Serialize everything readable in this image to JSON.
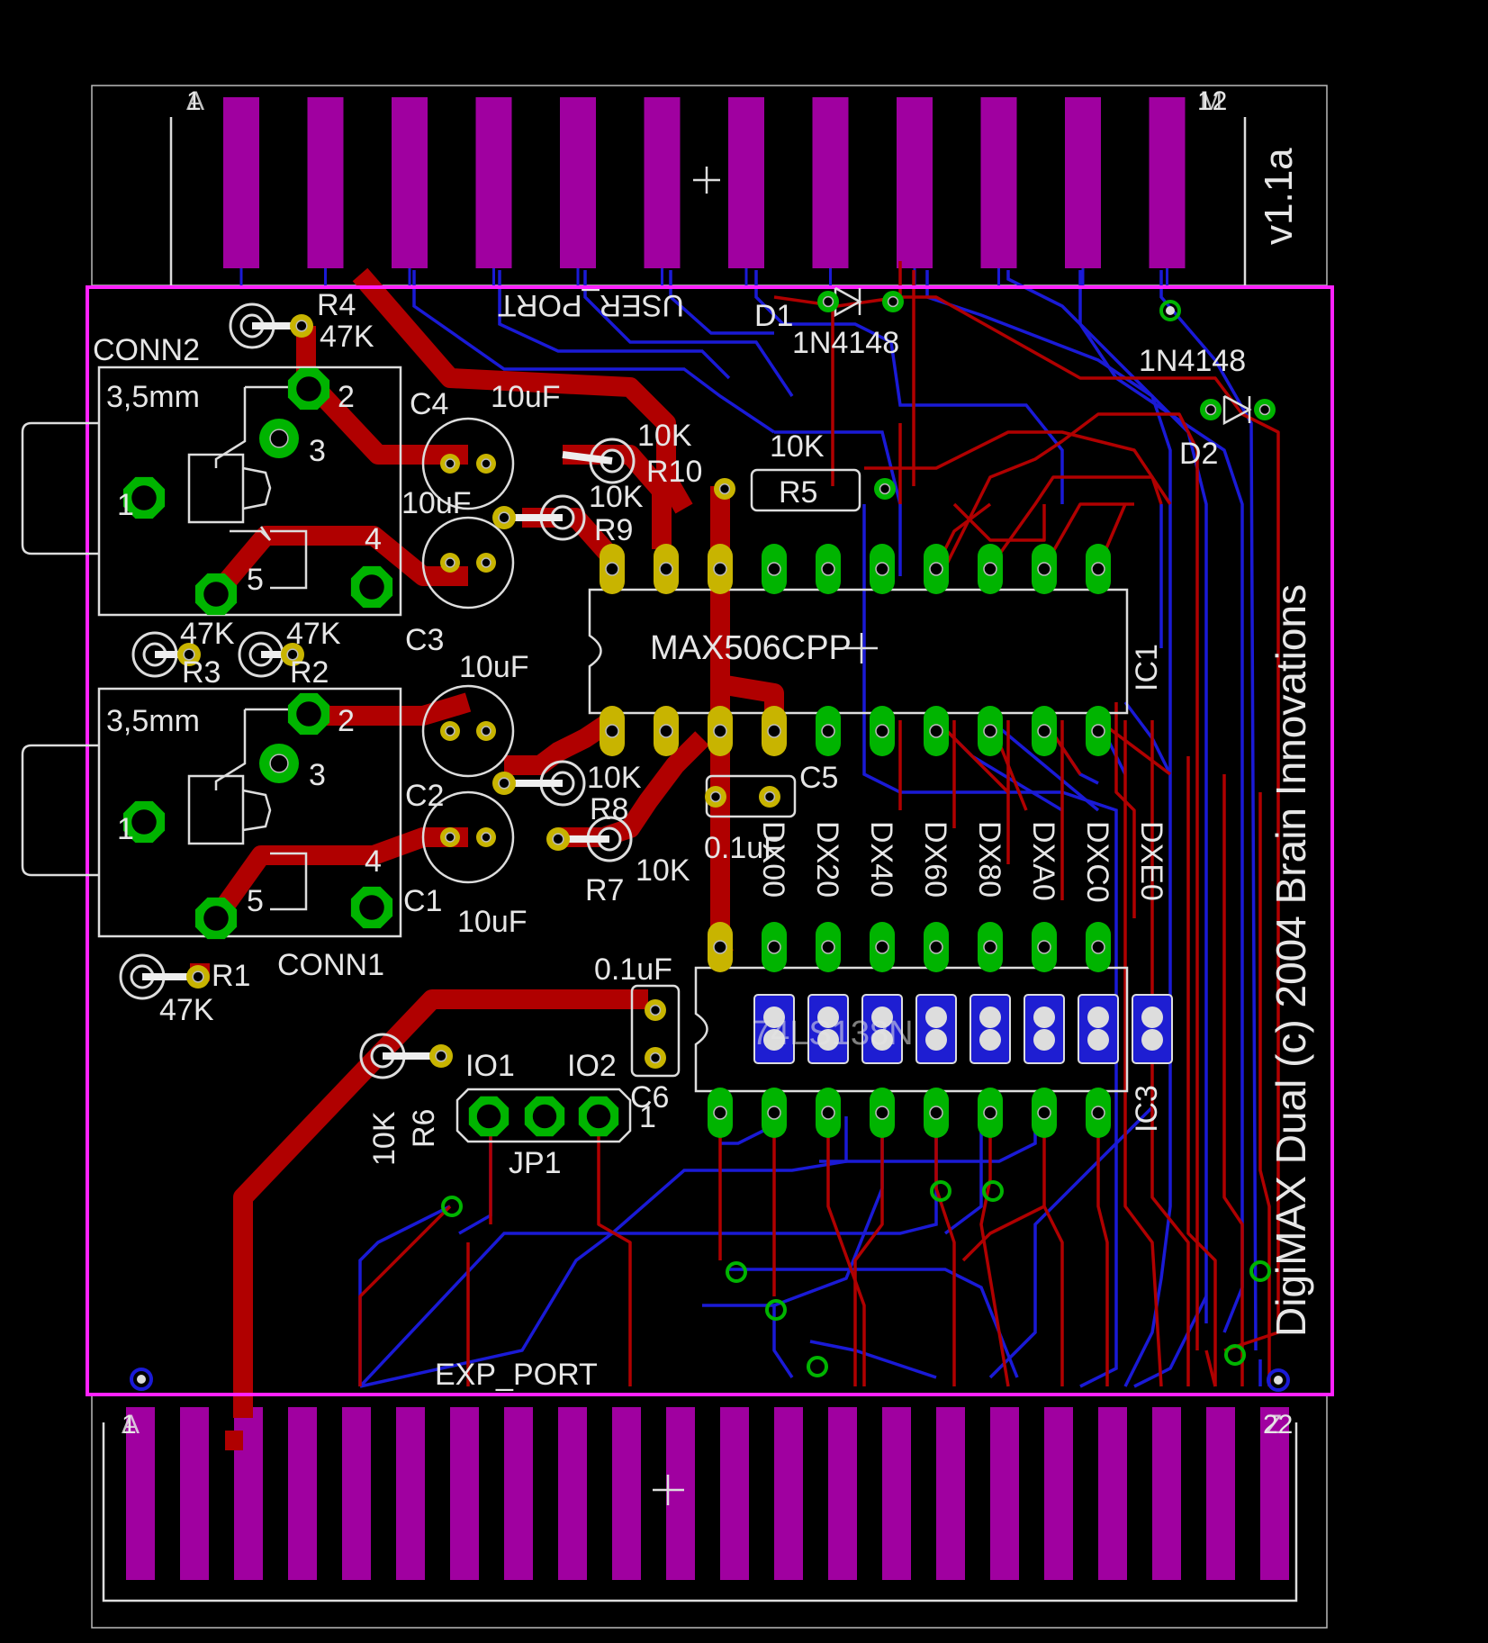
{
  "colors": {
    "background": "#000000",
    "top_trace": "#b00000",
    "bottom_trace": "#1a1ad6",
    "board_outline": "#ff22ff",
    "gold_finger": "#a000a0",
    "pad_green": "#00b400",
    "pad_yellow": "#c8b400",
    "silkscreen": "#e6e6e6",
    "smd_blue": "#1e1ed2"
  },
  "connectors": {
    "user_port": {
      "name": "USER_PORT",
      "pin_first": "1",
      "pin_last": "12",
      "pin_first_alt": "A",
      "pin_last_alt": "M"
    },
    "exp_port": {
      "name": "EXP_PORT",
      "pin_first": "1",
      "pin_last": "22",
      "pin_first_alt": "A",
      "pin_last_alt": "Z"
    }
  },
  "board_text": {
    "version": "v1.1a",
    "credit": "DigiMAX Dual (c) 2004 Brain Innovations"
  },
  "components": {
    "conn2": {
      "ref": "CONN2",
      "value": "3,5mm",
      "pins": [
        "1",
        "2",
        "3",
        "4",
        "5"
      ]
    },
    "conn1": {
      "ref": "CONN1",
      "value": "3,5mm",
      "pins": [
        "1",
        "2",
        "3",
        "4",
        "5"
      ]
    },
    "r1": {
      "ref": "R1",
      "value": "47K"
    },
    "r2": {
      "ref": "R2",
      "value": "47K"
    },
    "r3": {
      "ref": "R3",
      "value": "47K"
    },
    "r4": {
      "ref": "R4",
      "value": "47K"
    },
    "r5": {
      "ref": "R5",
      "value": "10K"
    },
    "r6": {
      "ref": "R6",
      "value": "10K"
    },
    "r7": {
      "ref": "R7",
      "value": "10K"
    },
    "r8": {
      "ref": "R8",
      "value": "10K"
    },
    "r9": {
      "ref": "R9",
      "value": "10K"
    },
    "r10": {
      "ref": "R10",
      "value": "10K"
    },
    "c1": {
      "ref": "C1",
      "value": "10uF"
    },
    "c2": {
      "ref": "C2",
      "value": "10uF"
    },
    "c3": {
      "ref": "C3",
      "value": "10uF"
    },
    "c4": {
      "ref": "C4",
      "value": "10uF"
    },
    "c5": {
      "ref": "C5",
      "value": "0.1uF"
    },
    "c6": {
      "ref": "C6",
      "value": "0.1uF"
    },
    "d1": {
      "ref": "D1",
      "value": "1N4148"
    },
    "d2": {
      "ref": "D2",
      "value": "1N4148"
    },
    "ic1": {
      "ref": "IC1",
      "value": "MAX506CPP"
    },
    "ic3": {
      "ref": "IC3",
      "value": "74LS138N"
    },
    "jp1": {
      "ref": "JP1",
      "io1": "IO1",
      "io2": "IO2",
      "pin1": "1"
    }
  },
  "dip_labels": [
    "DX00",
    "DX20",
    "DX40",
    "DX60",
    "DX80",
    "DXA0",
    "DXC0",
    "DXE0"
  ]
}
